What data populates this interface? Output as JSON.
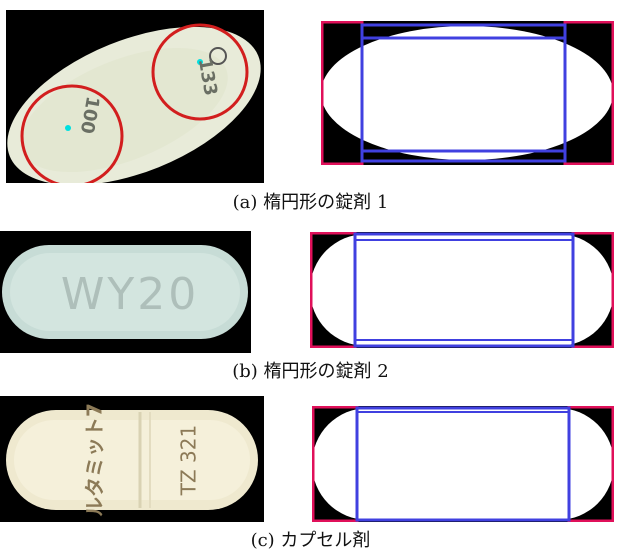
{
  "figure": {
    "panels": [
      {
        "caption": "(a)  楕円形の錠剤 1",
        "imprint_top": "133",
        "imprint_bottom": "100"
      },
      {
        "caption": "(b) 楕円形の錠剤 2",
        "imprint": "WY20"
      },
      {
        "caption": "(c) カプセル剤",
        "imprint_left": "ルタミット7",
        "imprint_right": "TZ 321"
      }
    ],
    "colors": {
      "circle_red": "#d21e1e",
      "box_magenta": "#e0105a",
      "box_blue": "#4040e0",
      "dot_cyan": "#00e0e0"
    }
  }
}
